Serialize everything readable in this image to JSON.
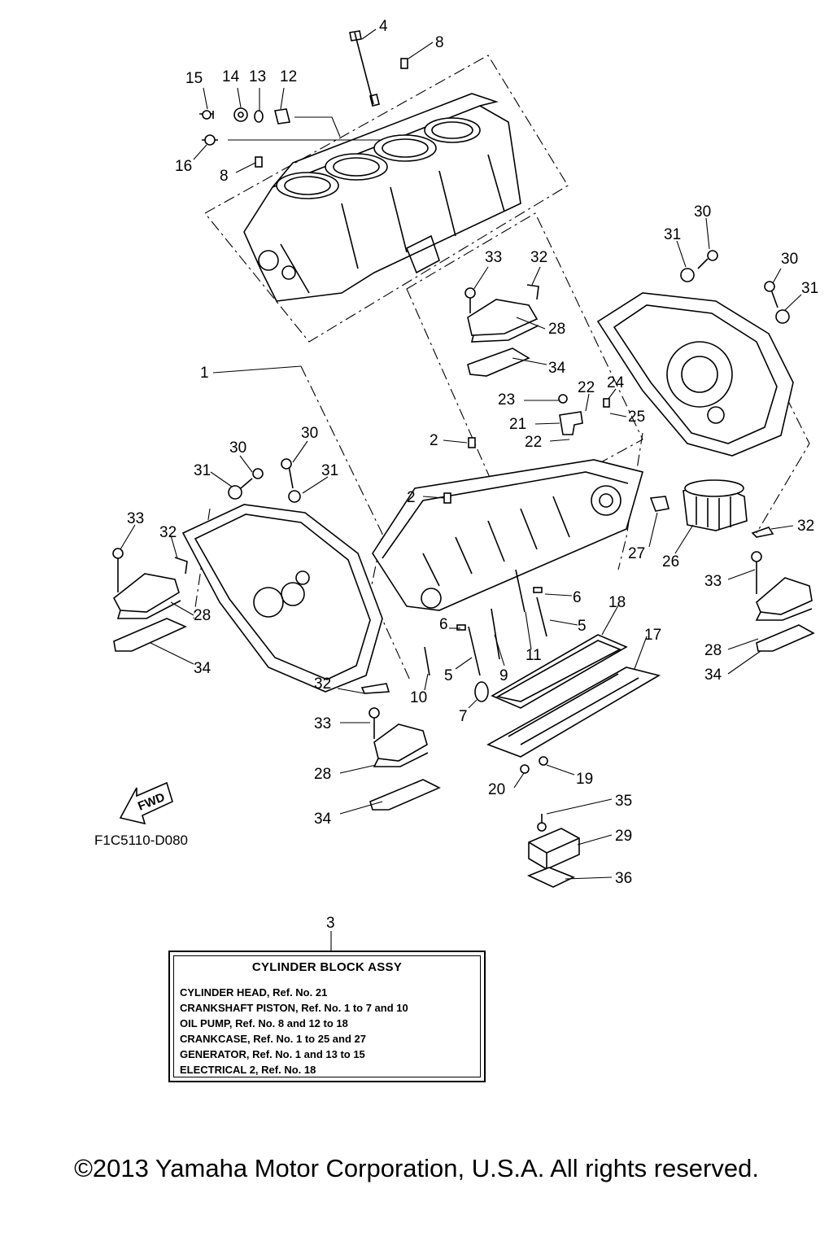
{
  "diagram": {
    "figure_code": "F1C5110-D080",
    "fwd_label": "FWD",
    "callouts": [
      {
        "id": "c4",
        "text": "4"
      },
      {
        "id": "c8a",
        "text": "8"
      },
      {
        "id": "c15",
        "text": "15"
      },
      {
        "id": "c14",
        "text": "14"
      },
      {
        "id": "c13",
        "text": "13"
      },
      {
        "id": "c12",
        "text": "12"
      },
      {
        "id": "c16",
        "text": "16"
      },
      {
        "id": "c8b",
        "text": "8"
      },
      {
        "id": "c30a",
        "text": "30"
      },
      {
        "id": "c31a",
        "text": "31"
      },
      {
        "id": "c30b",
        "text": "30"
      },
      {
        "id": "c31b",
        "text": "31"
      },
      {
        "id": "c33a",
        "text": "33"
      },
      {
        "id": "c32a",
        "text": "32"
      },
      {
        "id": "c28a",
        "text": "28"
      },
      {
        "id": "c34a",
        "text": "34"
      },
      {
        "id": "c1",
        "text": "1"
      },
      {
        "id": "c23",
        "text": "23"
      },
      {
        "id": "c22a",
        "text": "22"
      },
      {
        "id": "c24",
        "text": "24"
      },
      {
        "id": "c21",
        "text": "21"
      },
      {
        "id": "c25",
        "text": "25"
      },
      {
        "id": "c2a",
        "text": "2"
      },
      {
        "id": "c22b",
        "text": "22"
      },
      {
        "id": "c30c",
        "text": "30"
      },
      {
        "id": "c30d",
        "text": "30"
      },
      {
        "id": "c31c",
        "text": "31"
      },
      {
        "id": "c31d",
        "text": "31"
      },
      {
        "id": "c2b",
        "text": "2"
      },
      {
        "id": "c33b",
        "text": "33"
      },
      {
        "id": "c32b",
        "text": "32"
      },
      {
        "id": "c28b",
        "text": "28"
      },
      {
        "id": "c34b",
        "text": "34"
      },
      {
        "id": "c32c",
        "text": "32"
      },
      {
        "id": "c27",
        "text": "27"
      },
      {
        "id": "c26",
        "text": "26"
      },
      {
        "id": "c33c",
        "text": "33"
      },
      {
        "id": "c6a",
        "text": "6"
      },
      {
        "id": "c18",
        "text": "18"
      },
      {
        "id": "c5a",
        "text": "5"
      },
      {
        "id": "c17",
        "text": "17"
      },
      {
        "id": "c28c",
        "text": "28"
      },
      {
        "id": "c6b",
        "text": "6"
      },
      {
        "id": "c5b",
        "text": "5"
      },
      {
        "id": "c9",
        "text": "9"
      },
      {
        "id": "c11",
        "text": "11"
      },
      {
        "id": "c34c",
        "text": "34"
      },
      {
        "id": "c10",
        "text": "10"
      },
      {
        "id": "c32d",
        "text": "32"
      },
      {
        "id": "c7",
        "text": "7"
      },
      {
        "id": "c33d",
        "text": "33"
      },
      {
        "id": "c28d",
        "text": "28"
      },
      {
        "id": "c20",
        "text": "20"
      },
      {
        "id": "c19",
        "text": "19"
      },
      {
        "id": "c34d",
        "text": "34"
      },
      {
        "id": "c35",
        "text": "35"
      },
      {
        "id": "c29",
        "text": "29"
      },
      {
        "id": "c36",
        "text": "36"
      },
      {
        "id": "c3",
        "text": "3"
      }
    ]
  },
  "info_box": {
    "title": "CYLINDER BLOCK ASSY",
    "lines": [
      "CYLINDER HEAD,  Ref. No. 21",
      "CRANKSHAFT PISTON,  Ref. No. 1 to 7 and 10",
      "OIL PUMP,  Ref. No. 8 and 12 to 18",
      "CRANKCASE,  Ref. No. 1 to 25 and 27",
      "GENERATOR,  Ref. No. 1 and 13 to 15",
      "ELECTRICAL 2,  Ref. No. 18"
    ]
  },
  "copyright": "©2013 Yamaha Motor Corporation, U.S.A. All rights reserved."
}
